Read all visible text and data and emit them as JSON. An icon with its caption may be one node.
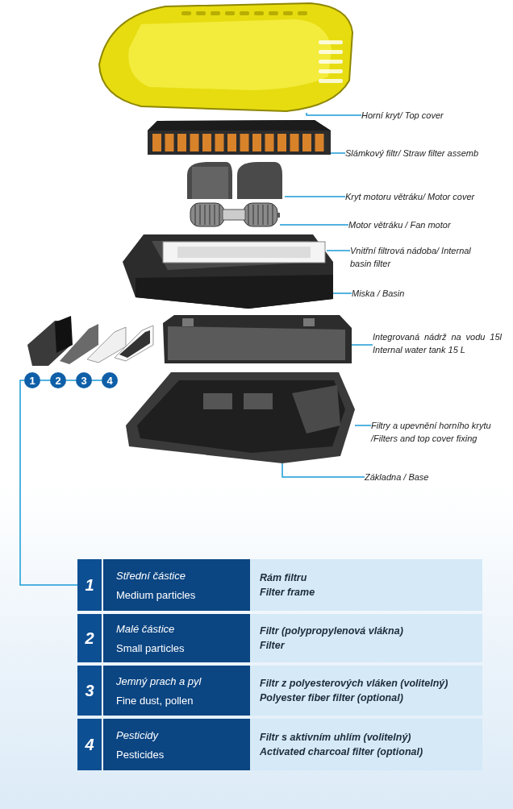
{
  "diagram": {
    "nodes": [
      {
        "text": [],
        "shape": "picture"
      },
      {
        "text": [],
        "shape": "picture"
      },
      {
        "text": [],
        "shape": "picture"
      },
      {
        "text": [],
        "shape": "picture"
      },
      {
        "text": [],
        "shape": "picture"
      },
      {
        "text": [],
        "shape": "picture",
        "in": 4
      },
      {
        "text": [],
        "shape": "picture"
      },
      {
        "text": [],
        "shape": "picture"
      },
      {
        "text": [
          "Horní kryt/ Top cover"
        ]
      },
      {
        "text": [
          "Slámkový filtr/ Straw filter assemb"
        ]
      },
      {
        "text": [
          "Kryt motoru větráku/ Motor cover"
        ]
      },
      {
        "text": [
          "Motor větráku / Fan motor"
        ]
      },
      {
        "text": [
          "Vnitřní filtrová nádoba/ Internal basin filter"
        ]
      },
      {
        "text": [
          "Miska / Basin"
        ]
      },
      {
        "text": [
          "Integrovaná nádrž na vodu 15l Internal water tank 15 L"
        ]
      },
      {
        "text": [
          "Filtry a upevnění horního krytu /Filters and top cover fixing"
        ]
      },
      {
        "text": [
          "Základna / Base"
        ]
      },
      {
        "text": [
          "1"
        ]
      },
      {
        "text": [
          "2"
        ]
      },
      {
        "text": [
          "3"
        ]
      },
      {
        "text": [
          "4"
        ]
      },
      {
        "text": [
          "1"
        ]
      },
      {
        "text": [
          "2"
        ]
      },
      {
        "text": [
          "3"
        ]
      },
      {
        "text": [
          "4"
        ]
      }
    ],
    "edges": [
      {
        "from": 8,
        "to": 0,
        "arrow": "none"
      },
      {
        "from": 9,
        "to": 1,
        "arrow": "none"
      },
      {
        "from": 10,
        "to": 2,
        "arrow": "none"
      },
      {
        "from": 11,
        "to": 3,
        "arrow": "none"
      },
      {
        "from": 12,
        "to": 5,
        "arrow": "none"
      },
      {
        "from": 13,
        "to": 4,
        "arrow": "none"
      },
      {
        "from": 14,
        "to": 6,
        "arrow": "none"
      },
      {
        "from": 15,
        "to": 7,
        "arrow": "none"
      },
      {
        "from": 16,
        "to": 7,
        "arrow": "none"
      },
      {
        "from": 17,
        "to": 18,
        "arrow": "none"
      },
      {
        "from": 18,
        "to": 19,
        "arrow": "none"
      },
      {
        "from": 19,
        "to": 20,
        "arrow": "none"
      },
      {
        "from": 17,
        "to": 21,
        "arrow": "none"
      }
    ],
    "labels": [
      "Střední částice",
      "Medium particles",
      "Rám filtru",
      "Filter frame",
      "Malé částice",
      "Small particles",
      "Filtr (polypropylenová vlákna)",
      "Filter",
      "Jemný prach a pyl",
      "Fine dust, pollen",
      "Filtr z polyesterových vláken (volitelný)",
      "Polyester fiber filter (optional)",
      "Pesticidy",
      "Pesticides",
      "Filtr s aktivním uhlím (volitelný)",
      "Activated charcoal filter (optional)"
    ]
  }
}
